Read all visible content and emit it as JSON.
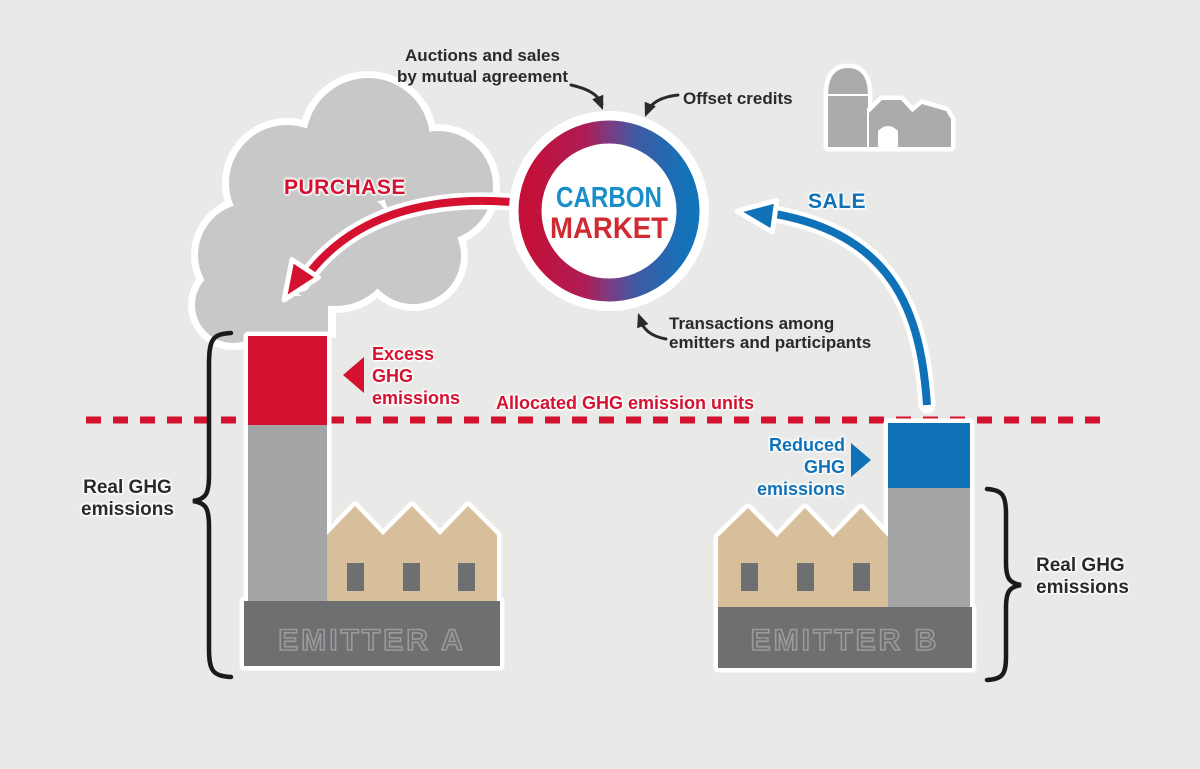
{
  "colors": {
    "background": "#e9e9e8",
    "red": "#d41230",
    "blue": "#0f72b9",
    "carbon_blue": "#1a8ec9",
    "market_red": "#d02a32",
    "cloud_gray": "#c8c8c8",
    "factory_tan": "#d8bf9b",
    "chimney_gray": "#a4a5a7",
    "dark_gray": "#6e6f71",
    "farm_gray": "#ababab"
  },
  "market": {
    "line1": "CARBON",
    "line2": "MARKET"
  },
  "flows": {
    "purchase": "PURCHASE",
    "sale": "SALE"
  },
  "annotations": {
    "auctions_line1": "Auctions and sales",
    "auctions_line2": "by mutual agreement",
    "offset_credits": "Offset credits",
    "transactions_line1": "Transactions among",
    "transactions_line2": "emitters and participants"
  },
  "threshold": {
    "label": "Allocated GHG emission units"
  },
  "emitter_a": {
    "name": "EMITTER A",
    "excess_line1": "Excess",
    "excess_line2": "GHG",
    "excess_line3": "emissions",
    "real_line1": "Real GHG",
    "real_line2": "emissions"
  },
  "emitter_b": {
    "name": "EMITTER B",
    "reduced_line1": "Reduced",
    "reduced_line2": "GHG",
    "reduced_line3": "emissions",
    "real_line1": "Real GHG",
    "real_line2": "emissions"
  },
  "icons": {
    "farm": "farm-buildings",
    "cloud": "smoke-cloud",
    "excess_pointer": "triangle-left",
    "reduced_pointer": "triangle-right"
  }
}
